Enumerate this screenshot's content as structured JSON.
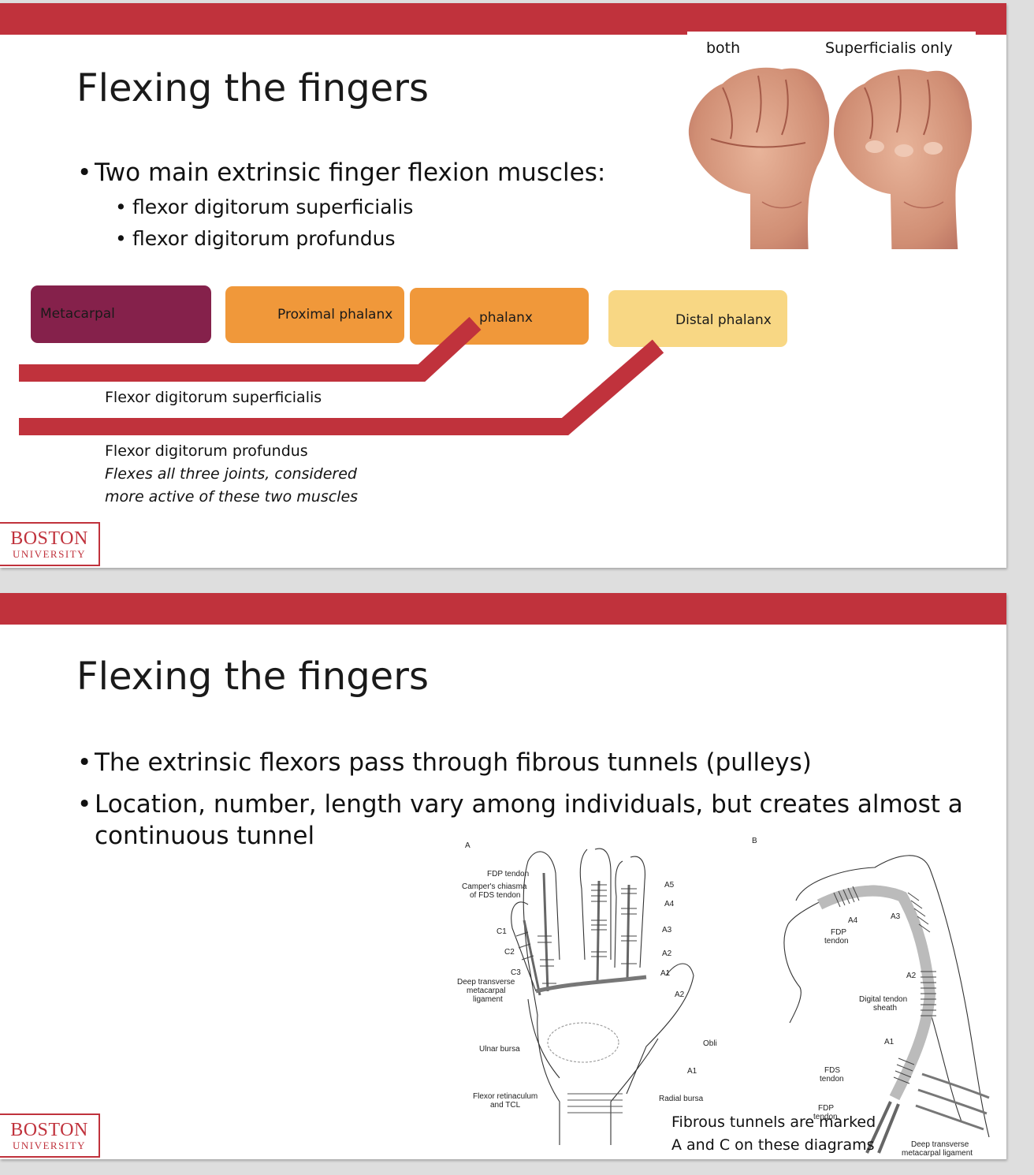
{
  "slide1": {
    "title": "Flexing the fingers",
    "bullet_main": "Two main extrinsic finger flexion muscles:",
    "sub_bullets": [
      "flexor digitorum superficialis",
      "flexor digitorum profundus"
    ],
    "photo_labels": {
      "left": "both",
      "right": "Superficialis only"
    },
    "bone_boxes": [
      "Metacarpal",
      "Proximal phalanx",
      "phalanx",
      "Distal phalanx"
    ],
    "tendon_labels": {
      "superficialis": "Flexor digitorum superficialis",
      "profundus": "Flexor digitorum profundus",
      "note_line1": "Flexes all three joints, considered",
      "note_line2": "more active of these two muscles"
    },
    "logo": {
      "line1": "BOSTON",
      "line2": "UNIVERSITY"
    }
  },
  "slide2": {
    "title": "Flexing the fingers",
    "bullet1": "The extrinsic flexors pass through fibrous tunnels (pulleys)",
    "bullet2_line1": "Location, number, length vary among individuals, but creates almost a",
    "bullet2_line2": "continuous tunnel",
    "diagram_a": {
      "letter": "A",
      "labels": [
        "FDP tendon",
        "Camper's chiasma",
        "of FDS tendon",
        "C1",
        "C2",
        "C3",
        "Deep transverse",
        "metacarpal",
        "ligament",
        "Ulnar bursa",
        "Flexor retinaculum",
        "and TCL",
        "A5",
        "A4",
        "A3",
        "A2",
        "A1",
        "A2",
        "Oblique",
        "A1",
        "Radial bursa"
      ]
    },
    "diagram_b": {
      "letter": "B",
      "labels": [
        "A4",
        "A3",
        "FDP",
        "tendon",
        "A2",
        "Digital tendon",
        "sheath",
        "A1",
        "FDS",
        "tendon",
        "FDP",
        "tendon",
        "Deep transverse",
        "metacarpal ligament"
      ]
    },
    "caption_line1": "Fibrous tunnels are marked",
    "caption_line2": "A and C on these diagrams",
    "logo": {
      "line1": "BOSTON",
      "line2": "UNIVERSITY"
    }
  },
  "colors": {
    "accent_red": "#c0323c",
    "metacarpal": "#85214b",
    "phalanx_orange": "#f0983a",
    "distal_yellow": "#f8d784"
  }
}
